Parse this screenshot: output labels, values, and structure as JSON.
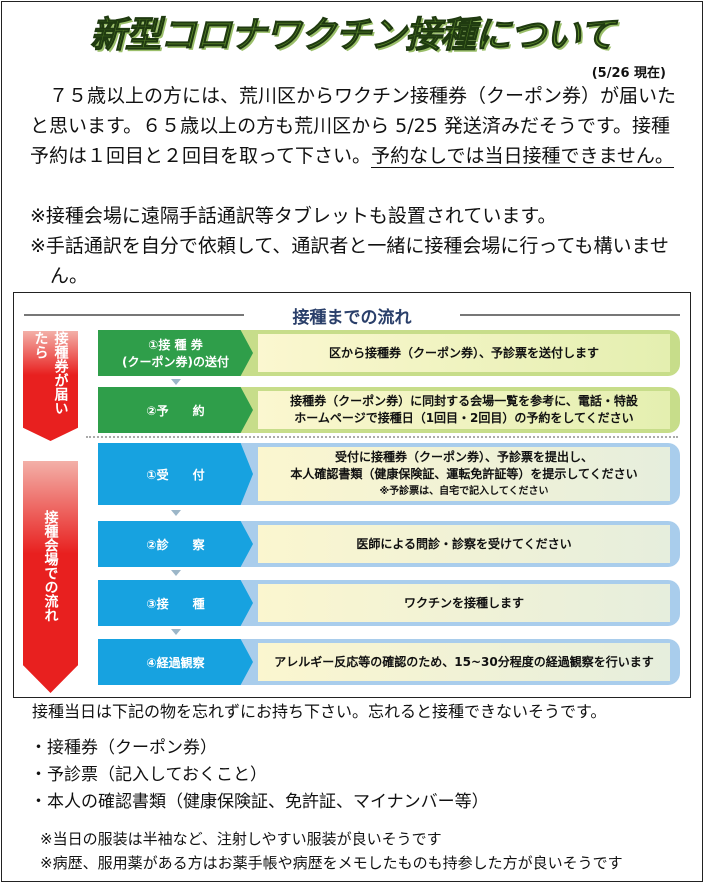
{
  "title": "新型コロナワクチン接種について",
  "date": "(5/26 現在)",
  "intro": {
    "p1": "　７５歳以上の方には、荒川区からワクチン接種券（クーポン券）が届いたと思います。６５歳以上の方も荒川区から 5/25 発送済みだそうです。接種予約は１回目と２回目を取って下さい。",
    "p1_underline": "予約なしでは当日接種できません。"
  },
  "notes_top": [
    "※接種会場に遠隔手話通訳等タブレットも設置されています。",
    "※手話通訳を自分で依頼して、通訳者と一緒に接種会場に行っても構いません。"
  ],
  "diagram": {
    "heading": "接種までの流れ",
    "side1": "接種券が届いたら",
    "side2": "接種会場での流れ",
    "steps_before": [
      {
        "label1": "①接 種 券",
        "label2": "(クーポン券)の送付",
        "text1": "区から接種券（クーポン券）、予診票を送付します"
      },
      {
        "label1": "②予　　約",
        "text1": "接種券（クーポン券）に同封する会場一覧を参考に、電話・特設",
        "text2": "ホームページで接種日（1回目・2回目）の予約をしてください"
      }
    ],
    "steps_venue": [
      {
        "label1": "①受　　付",
        "text1": "受付に接種券（クーポン券）、予診票を提出し、",
        "text2": "本人確認書類（健康保険証、運転免許証等）を提示してください",
        "note": "※予診票は、自宅で記入してください"
      },
      {
        "label1": "②診　　察",
        "text1": "医師による問診・診察を受けてください"
      },
      {
        "label1": "③接　　種",
        "text1": "ワクチンを接種します"
      },
      {
        "label1": "④経過観察",
        "text1": "アレルギー反応等の確認のため、15~30分程度の経過観察を行います"
      }
    ]
  },
  "bring_intro": "接種当日は下記の物を忘れずにお持ち下さい。忘れると接種できないそうです。",
  "bring_items": [
    "・接種券（クーポン券）",
    "・予診票（記入しておくこと）",
    "・本人の確認書類（健康保険証、免許証、マイナンバー等）"
  ],
  "notes_bottom": [
    "※当日の服装は半袖など、注射しやすい服装が良いそうです",
    "※病歴、服用薬がある方はお薬手帳や病歴をメモしたものも持参した方が良いそうです"
  ]
}
